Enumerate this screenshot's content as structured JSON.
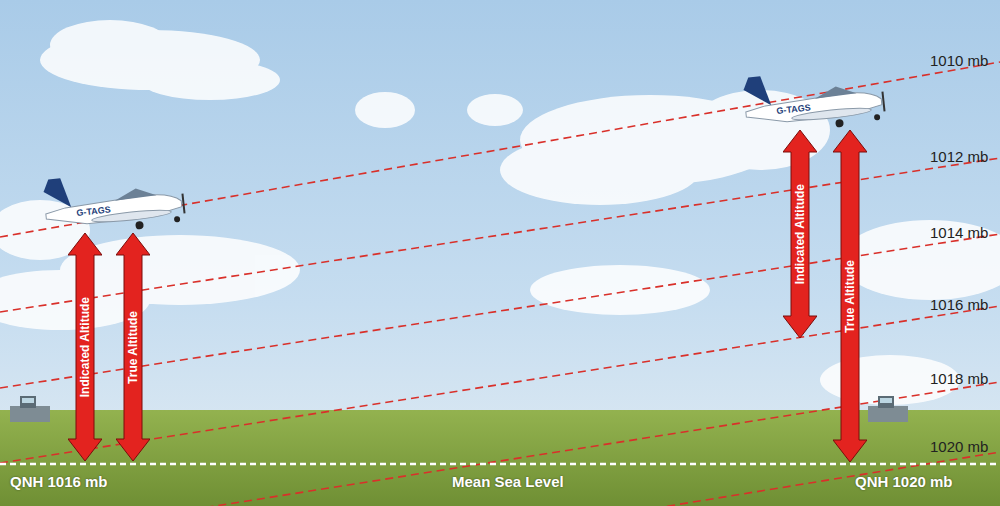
{
  "diagram": {
    "nodes": [
      {
        "text": [
          "Indicated Altitude"
        ]
      },
      {
        "text": [
          "True Altitude"
        ]
      },
      {
        "text": [
          "Indicated Altitude"
        ]
      },
      {
        "text": [
          "True Altitude"
        ]
      }
    ],
    "labels": [
      "1010 mb",
      "1012 mb",
      "1014 mb",
      "1016 mb",
      "1018 mb",
      "1020 mb",
      "G-TAGS",
      "G-TAGS",
      "QNH 1016 mb",
      "Mean Sea Level",
      "QNH 1020 mb"
    ]
  }
}
